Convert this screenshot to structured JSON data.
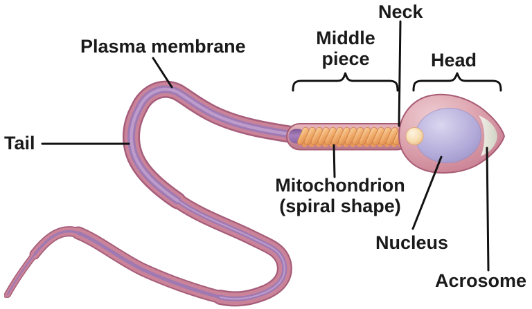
{
  "diagram": {
    "background": "#ffffff",
    "label_color": "#1a1a1a",
    "labels": {
      "plasma_membrane": "Plasma membrane",
      "neck": "Neck",
      "middle_piece": {
        "line1": "Middle",
        "line2": "piece"
      },
      "head": "Head",
      "tail": "Tail",
      "mitochondrion": {
        "line1": "Mitochondrion",
        "line2": "(spiral shape)"
      },
      "nucleus": "Nucleus",
      "acrosome": "Acrosome"
    },
    "colors": {
      "tail_outline": "#a65d7a",
      "tail_membrane": "#ca8399",
      "tail_core": "#9c79b5",
      "tail_core_highlight": "#c4a5d2",
      "midpiece_body": "#d2919f",
      "mitochondrion": "#efa967",
      "head_body": "#d79aa6",
      "nucleus": "#b6aedb",
      "acrosome": "#e9ebdf",
      "centriole": "#f7dcb0"
    }
  }
}
